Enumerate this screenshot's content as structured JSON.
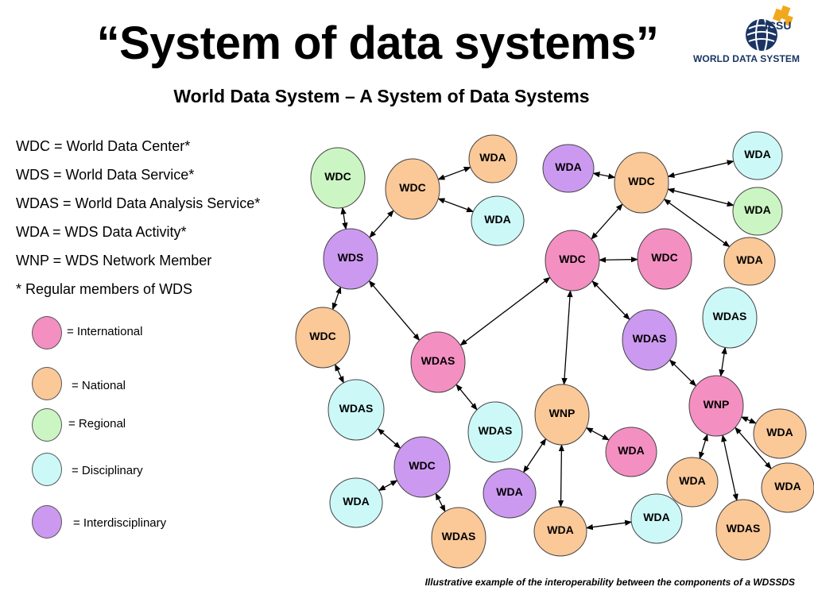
{
  "title": "“System of data systems”",
  "subtitle": "World Data System – A System of Data Systems",
  "logo": {
    "line1": "ICSU",
    "line2": "WORLD DATA SYSTEM"
  },
  "definitions": [
    "WDC = World Data Center*",
    "WDS = World Data Service*",
    "WDAS = World Data Analysis Service*",
    "WDA = WDS Data Activity*",
    "WNP = WDS Network Member",
    "* Regular members of WDS"
  ],
  "legend": [
    {
      "label": "= International",
      "color": "#f48fc2"
    },
    {
      "label": "= National",
      "color": "#fbc898"
    },
    {
      "label": "= Regional",
      "color": "#ccf5c4"
    },
    {
      "label": "= Disciplinary",
      "color": "#ccf8f8"
    },
    {
      "label": "= Interdisciplinary",
      "color": "#cc99f0"
    }
  ],
  "colors": {
    "international": "#f48fc2",
    "national": "#fbc898",
    "regional": "#ccf5c4",
    "disciplinary": "#ccf8f8",
    "interdisciplinary": "#cc99f0"
  },
  "nodes": [
    {
      "id": "n1",
      "label": "WDC",
      "category": "regional"
    },
    {
      "id": "n2",
      "label": "WDC",
      "category": "national"
    },
    {
      "id": "n3",
      "label": "WDA",
      "category": "national"
    },
    {
      "id": "n4",
      "label": "WDA",
      "category": "disciplinary"
    },
    {
      "id": "n5",
      "label": "WDS",
      "category": "interdisciplinary"
    },
    {
      "id": "n6",
      "label": "WDC",
      "category": "national"
    },
    {
      "id": "n7",
      "label": "WDAS",
      "category": "international"
    },
    {
      "id": "n8",
      "label": "WDAS",
      "category": "disciplinary"
    },
    {
      "id": "n9",
      "label": "WDC",
      "category": "interdisciplinary"
    },
    {
      "id": "n10",
      "label": "WDA",
      "category": "disciplinary"
    },
    {
      "id": "n11",
      "label": "WDAS",
      "category": "national"
    },
    {
      "id": "n12",
      "label": "WDAS",
      "category": "disciplinary"
    },
    {
      "id": "n13",
      "label": "WDA",
      "category": "interdisciplinary"
    },
    {
      "id": "n14",
      "label": "WDC",
      "category": "national"
    },
    {
      "id": "n15",
      "label": "WDA",
      "category": "disciplinary"
    },
    {
      "id": "n16",
      "label": "WDA",
      "category": "regional"
    },
    {
      "id": "n17",
      "label": "WDA",
      "category": "national"
    },
    {
      "id": "n18",
      "label": "WDC",
      "category": "international"
    },
    {
      "id": "n19",
      "label": "WDC",
      "category": "international"
    },
    {
      "id": "n20",
      "label": "WDAS",
      "category": "interdisciplinary"
    },
    {
      "id": "n21",
      "label": "WDAS",
      "category": "disciplinary"
    },
    {
      "id": "n22",
      "label": "WNP",
      "category": "international"
    },
    {
      "id": "n23",
      "label": "WNP",
      "category": "national"
    },
    {
      "id": "n24",
      "label": "WDA",
      "category": "international"
    },
    {
      "id": "n25",
      "label": "WDA",
      "category": "interdisciplinary"
    },
    {
      "id": "n26",
      "label": "WDA",
      "category": "national"
    },
    {
      "id": "n27",
      "label": "WDA",
      "category": "disciplinary"
    },
    {
      "id": "n28",
      "label": "WDA",
      "category": "national"
    },
    {
      "id": "n29",
      "label": "WDA",
      "category": "national"
    },
    {
      "id": "n30",
      "label": "WDA",
      "category": "national"
    },
    {
      "id": "n31",
      "label": "WDAS",
      "category": "national"
    }
  ],
  "edges": [
    [
      "n1",
      "n5"
    ],
    [
      "n5",
      "n2"
    ],
    [
      "n2",
      "n3"
    ],
    [
      "n2",
      "n4"
    ],
    [
      "n5",
      "n6"
    ],
    [
      "n5",
      "n7"
    ],
    [
      "n6",
      "n8"
    ],
    [
      "n8",
      "n9"
    ],
    [
      "n9",
      "n10"
    ],
    [
      "n9",
      "n11"
    ],
    [
      "n7",
      "n12"
    ],
    [
      "n7",
      "n18"
    ],
    [
      "n13",
      "n14"
    ],
    [
      "n14",
      "n15"
    ],
    [
      "n14",
      "n16"
    ],
    [
      "n14",
      "n17"
    ],
    [
      "n14",
      "n18"
    ],
    [
      "n18",
      "n19"
    ],
    [
      "n18",
      "n20"
    ],
    [
      "n18",
      "n23"
    ],
    [
      "n20",
      "n22"
    ],
    [
      "n21",
      "n22"
    ],
    [
      "n22",
      "n28"
    ],
    [
      "n22",
      "n29"
    ],
    [
      "n22",
      "n30"
    ],
    [
      "n22",
      "n31"
    ],
    [
      "n23",
      "n24"
    ],
    [
      "n23",
      "n25"
    ],
    [
      "n23",
      "n26"
    ],
    [
      "n26",
      "n27"
    ]
  ],
  "footnote": "Illustrative example of the interoperability between the components of a WDSSDS"
}
